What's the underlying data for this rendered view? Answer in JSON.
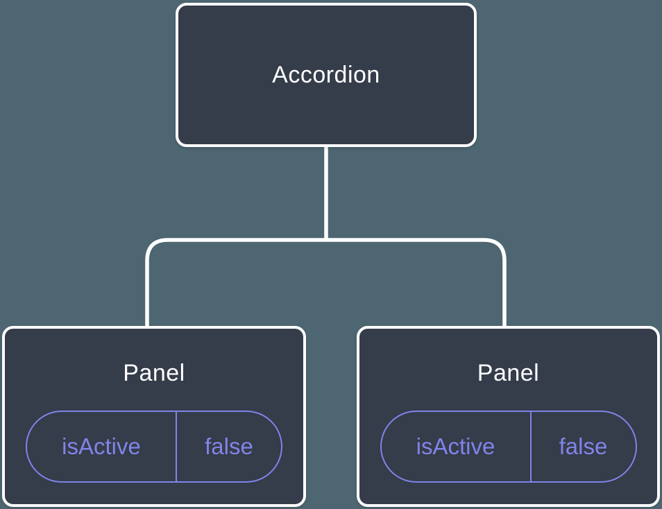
{
  "diagram": {
    "type": "component-tree",
    "root": {
      "label": "Accordion"
    },
    "children": [
      {
        "label": "Panel",
        "state_pill": {
          "key": "isActive",
          "value": "false"
        }
      },
      {
        "label": "Panel",
        "state_pill": {
          "key": "isActive",
          "value": "false"
        }
      }
    ]
  },
  "colors": {
    "canvas_background": "#4d6671",
    "node_fill": "#353c4a",
    "node_border": "#ffffff",
    "node_text": "#ffffff",
    "connector": "#ffffff",
    "state_accent": "#7f85e8"
  }
}
